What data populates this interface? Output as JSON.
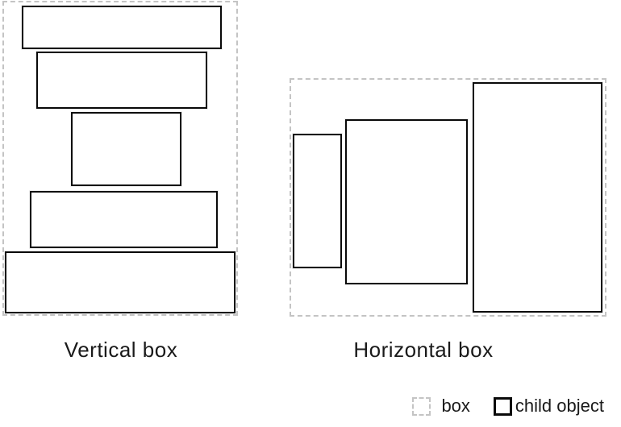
{
  "figure": {
    "vertical_box": {
      "label": "Vertical box",
      "child_count": 5
    },
    "horizontal_box": {
      "label": "Horizontal box",
      "child_count": 3
    },
    "legend": {
      "box_label": "box",
      "child_label": "child object",
      "box_swatch_icon": "dashed-outline-square",
      "child_swatch_icon": "solid-outline-square"
    },
    "colors": {
      "background": "#ffffff",
      "box_outline": "#c4c4c4",
      "child_outline": "#0a0a0a",
      "text": "#1a1a1a"
    }
  }
}
